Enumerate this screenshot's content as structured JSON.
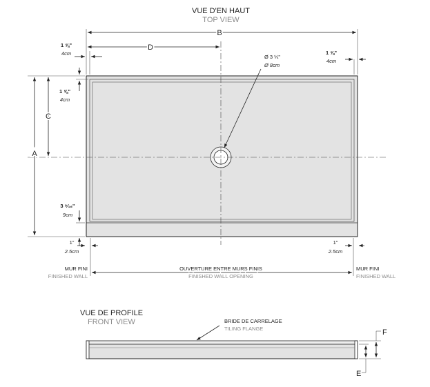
{
  "top_view": {
    "title_fr": "VUE D'EN HAUT",
    "title_en": "TOP VIEW"
  },
  "labels": {
    "a": "A",
    "b": "B",
    "c": "C",
    "d": "D",
    "e": "E",
    "f": "F"
  },
  "dims": {
    "left_flange_in": "1 ⅝\"",
    "left_flange_cm": "4cm",
    "right_flange_in": "1 ⅝\"",
    "right_flange_cm": "4cm",
    "top_flange_in": "1 ⅝\"",
    "top_flange_cm": "4cm",
    "front_apron_in": "3 ⁹⁄₁₆\"",
    "front_apron_cm": "9cm",
    "drain_in": "Ø 3 ¼\"",
    "drain_cm": "Ø 8cm",
    "left_wall_gap_in": "1\"",
    "left_wall_gap_cm": "2.5cm",
    "right_wall_gap_in": "1\"",
    "right_wall_gap_cm": "2.5cm"
  },
  "walls": {
    "left_fr": "MUR FINI",
    "left_en": "FINISHED WALL",
    "opening_fr": "OUVERTURE ENTRE MURS FINIS",
    "opening_en": "FINISHED WALL OPENING",
    "right_fr": "MUR FINI",
    "right_en": "FINISHED WALL"
  },
  "front_view": {
    "title_fr": "VUE DE PROFILE",
    "title_en": "FRONT VIEW",
    "flange_fr": "BRIDE DE CARRELAGE",
    "flange_en": "TILING FLANGE"
  },
  "colors": {
    "base_fill": "#e3e3e3",
    "line": "#222222",
    "secondary_text": "#8a8a8a"
  }
}
